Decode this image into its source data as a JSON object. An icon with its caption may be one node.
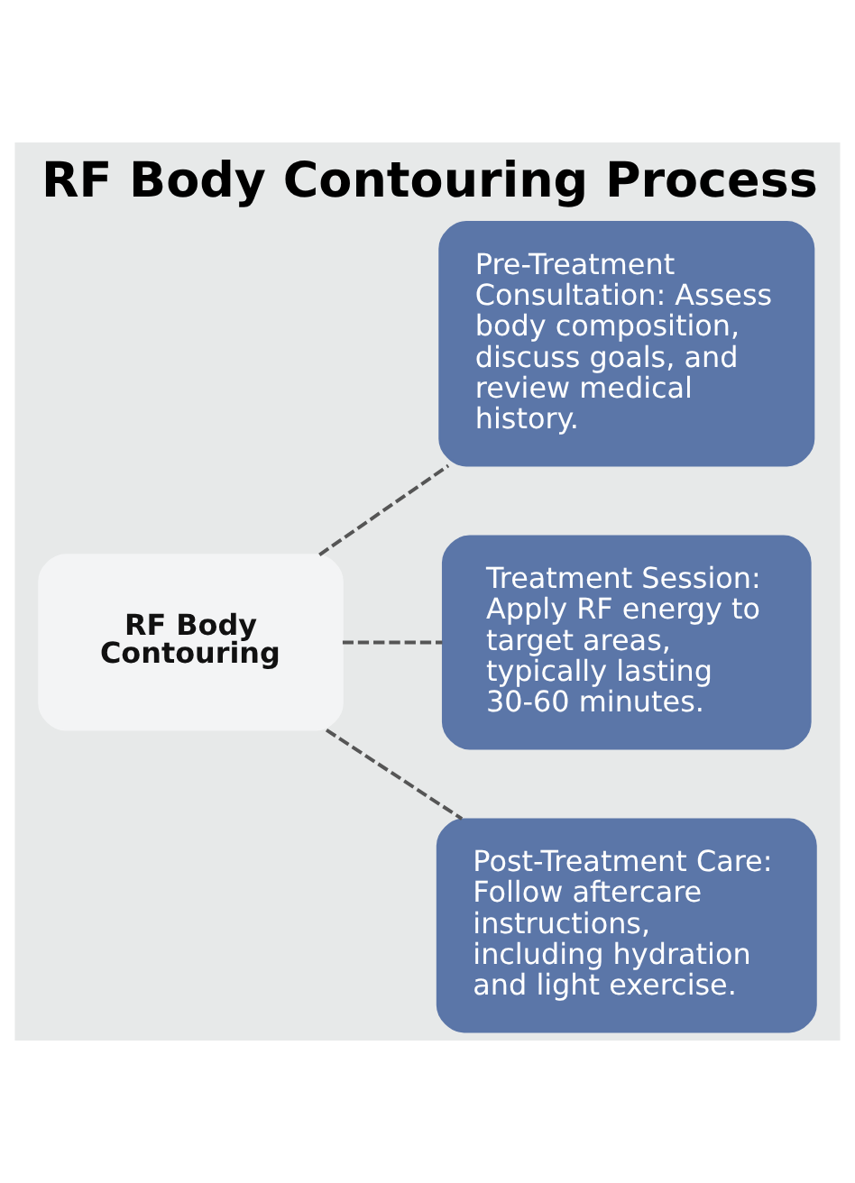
{
  "diagram": {
    "title": "RF Body Contouring Process",
    "nodes": [
      {
        "text": [
          "RF Body Contouring"
        ]
      },
      {
        "text": [
          "Pre-Treatment Consultation: Assess body composition, discuss goals, and review medical history."
        ]
      },
      {
        "text": [
          "Treatment Session: Apply RF energy to target areas, typically lasting 30-60 minutes."
        ]
      },
      {
        "text": [
          "Post-Treatment Care: Follow aftercare instructions, including hydration and light exercise."
        ]
      }
    ],
    "edges": [
      {
        "from": 0,
        "to": 1,
        "arrow": "none",
        "style": "dashed"
      },
      {
        "from": 0,
        "to": 2,
        "arrow": "none",
        "style": "dashed"
      },
      {
        "from": 0,
        "to": 3,
        "arrow": "none",
        "style": "dashed"
      }
    ]
  }
}
